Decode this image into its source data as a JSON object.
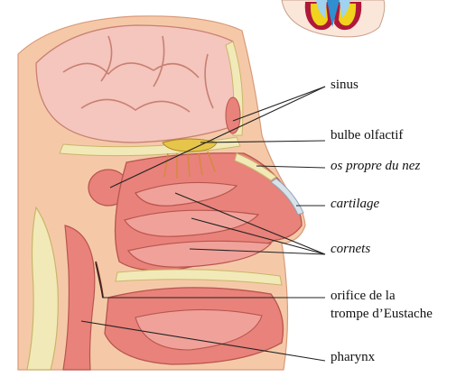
{
  "labels": {
    "sinus": "sinus",
    "bulbe": "bulbe olfactif",
    "os": "os propre du nez",
    "cartilage": "cartilage",
    "cornets": "cornets",
    "orifice_l1": "orifice de la",
    "orifice_l2": "trompe d’Eustache",
    "pharynx": "pharynx"
  },
  "colors": {
    "skin": "#f5c9a8",
    "mucosa": "#e8827a",
    "turbinate": "#f0a29a",
    "brain": "#f4c6bd",
    "bone": "#f2e9b8",
    "cartilage": "#d8e2ea",
    "olfactory": "#e7c54a",
    "inset_blue": "#2f8fcf",
    "inset_yellow": "#f1d21c",
    "inset_red": "#b0183a"
  }
}
